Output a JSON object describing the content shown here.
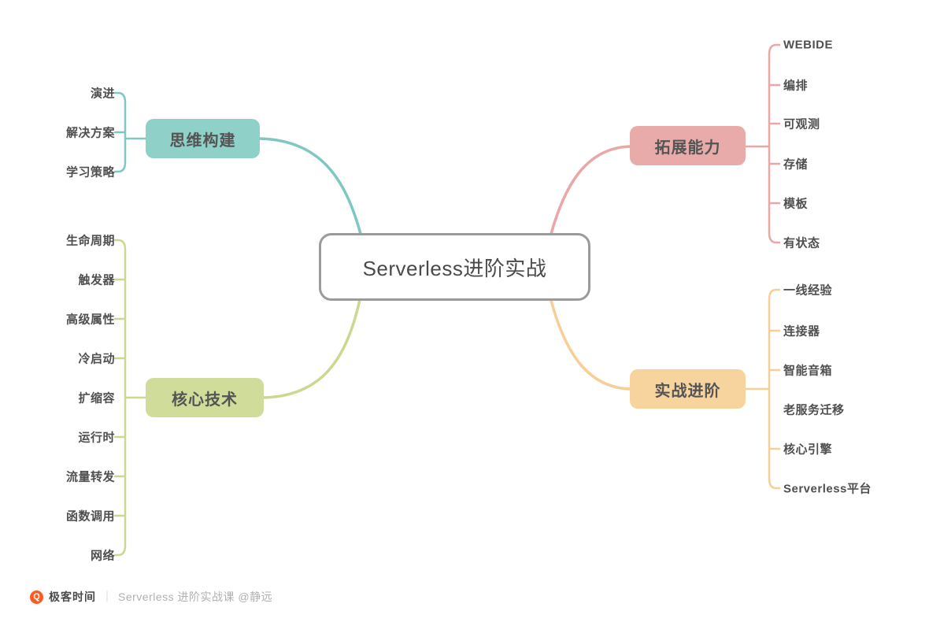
{
  "center": {
    "label": "Serverless进阶实战",
    "border_color": "#9b9b9b"
  },
  "branches": [
    {
      "label": "思维构建",
      "color": "#7fc8c1",
      "fill": "#8fd0c9",
      "children": [
        "演进",
        "解决方案",
        "学习策略"
      ]
    },
    {
      "label": "核心技术",
      "color": "#ccd88f",
      "fill": "#d0dc9a",
      "children": [
        "生命周期",
        "触发器",
        "高级属性",
        "冷启动",
        "扩缩容",
        "运行时",
        "流量转发",
        "函数调用",
        "网络"
      ]
    },
    {
      "label": "拓展能力",
      "color": "#e9a8a6",
      "fill": "#e9aba9",
      "children": [
        "WEBIDE",
        "编排",
        "可观测",
        "存储",
        "模板",
        "有状态"
      ]
    },
    {
      "label": "实战进阶",
      "color": "#f6cf97",
      "fill": "#f7d39d",
      "children": [
        "一线经验",
        "连接器",
        "智能音箱",
        "老服务迁移",
        "核心引擎",
        "Serverless平台"
      ]
    }
  ],
  "footer": {
    "logo_icon": "Q",
    "logo_color": "#ff5a22",
    "brand": "极客时间",
    "separator": "｜",
    "caption": "Serverless 进阶实战课 @静远"
  }
}
